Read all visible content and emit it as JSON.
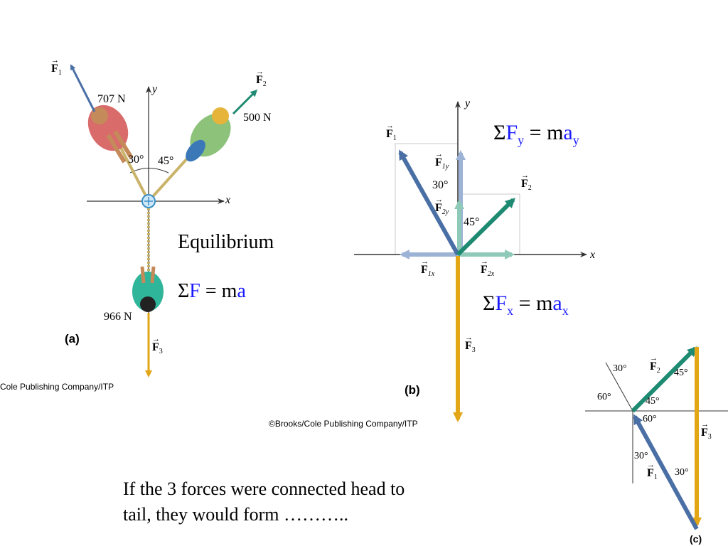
{
  "colors": {
    "f1": "#4a6fa5",
    "f2": "#1f8a72",
    "f3": "#e2a617",
    "f1_light": "#9db3d6",
    "f2_light": "#8fc9b8",
    "highlight": "#1a1aff"
  },
  "panel_a": {
    "label": "(a)",
    "credit": "Cole Publishing Company/ITP",
    "weights": {
      "f1": "707 N",
      "f2": "500 N",
      "f3": "966 N"
    },
    "angles": {
      "left": "30°",
      "right": "45°"
    },
    "axis_x": "x",
    "axis_y": "y",
    "vectors": {
      "f1": "F",
      "f1_sub": "1",
      "f2": "F",
      "f2_sub": "2",
      "f3": "F",
      "f3_sub": "3"
    }
  },
  "middle_text": {
    "title": "Equilibrium",
    "eq_sigma": "Σ",
    "eq_F": "F",
    "eq_mid": " = m",
    "eq_a": "a"
  },
  "panel_b": {
    "label": "(b)",
    "credit": "©Brooks/Cole Publishing Company/ITP",
    "axis_x": "x",
    "axis_y": "y",
    "angle_f1": "30°",
    "angle_f2": "45°",
    "vectors": {
      "f1": "F",
      "f1_sub": "1",
      "f2": "F",
      "f2_sub": "2",
      "f3": "F",
      "f3_sub": "3",
      "f1y": "F",
      "f1y_sub": "1y",
      "f2y": "F",
      "f2y_sub": "2y",
      "f1x": "F",
      "f1x_sub": "1x",
      "f2x": "F",
      "f2x_sub": "2x"
    }
  },
  "equations": {
    "fy": {
      "sigma": "Σ",
      "F": "F",
      "sub": "y",
      "mid": " = m",
      "a": "a",
      "asub": "y"
    },
    "fx": {
      "sigma": "Σ",
      "F": "F",
      "sub": "x",
      "mid": " = m",
      "a": "a",
      "asub": "x"
    }
  },
  "panel_c": {
    "label": "(c)",
    "angles": {
      "a1": "30°",
      "a2": "60°",
      "a3": "45°",
      "a4": "45°",
      "a5": "60°",
      "a6": "30°",
      "a7": "30°"
    },
    "vectors": {
      "f1": "F",
      "f1_sub": "1",
      "f2": "F",
      "f2_sub": "2",
      "f3": "F",
      "f3_sub": "3"
    }
  },
  "question": {
    "line1": "If the 3 forces were connected head to",
    "line2": "tail, they would form ……….."
  }
}
